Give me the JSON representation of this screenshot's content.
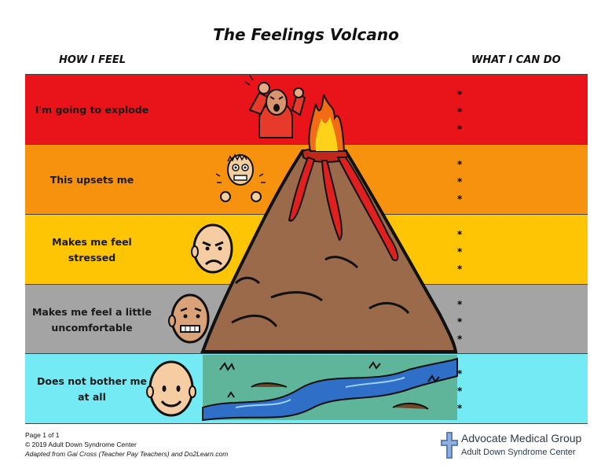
{
  "title": "The Feelings Volcano",
  "headers": {
    "left": "HOW I FEEL",
    "right": "WHAT I CAN DO"
  },
  "bands": [
    {
      "label": "I'm going to explode",
      "color": "#e8141a",
      "bullets": [
        "*",
        "*",
        "*"
      ]
    },
    {
      "label": "This upsets me",
      "color": "#f7920f",
      "bullets": [
        "*",
        "*",
        "*"
      ]
    },
    {
      "label": "Makes me feel stressed",
      "color": "#fdc504",
      "bullets": [
        "*",
        "*",
        "*"
      ]
    },
    {
      "label": "Makes me feel a little uncomfortable",
      "color": "#a4a4a4",
      "bullets": [
        "*",
        "*",
        "*"
      ]
    },
    {
      "label": "Does not bother me at all",
      "color": "#74ebf4",
      "bullets": [
        "*",
        "*",
        "*"
      ]
    }
  ],
  "footer": {
    "page": "Page 1 of 1",
    "copyright": "© 2019 Adult Down Syndrome Center",
    "adapted": "Adapted from Gai Cross (Teacher Pay Teachers) and Do2Learn.com"
  },
  "logo": {
    "name": "Advocate Medical Group",
    "sub": "Adult Down Syndrome Center",
    "icon": "medical-cross-icon"
  }
}
